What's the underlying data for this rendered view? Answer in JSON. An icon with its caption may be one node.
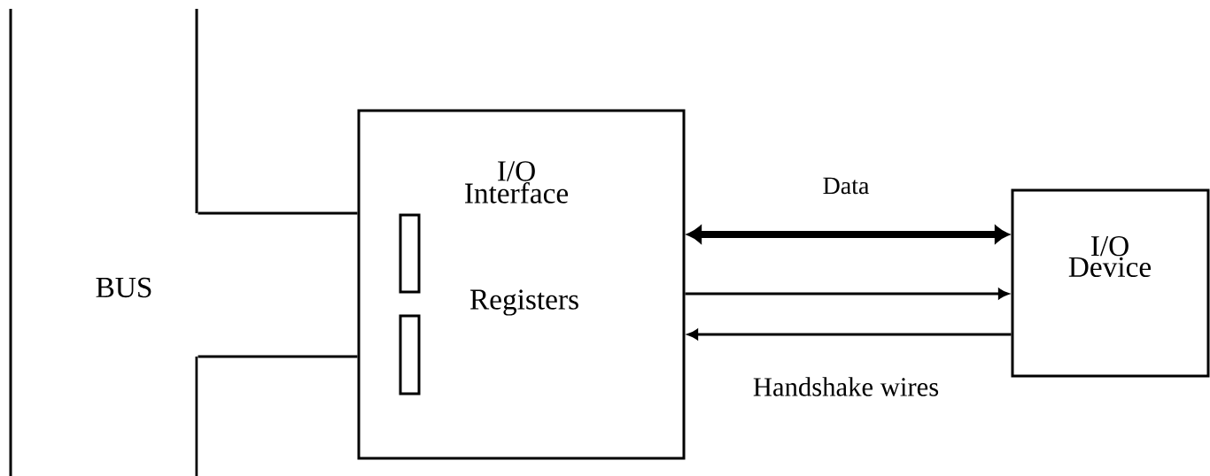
{
  "diagram": {
    "nodes": [
      {
        "text": [
          "BUS"
        ]
      },
      {
        "text": [
          "I/O Interface",
          "Registers"
        ]
      },
      {
        "text": [],
        "shape": "box",
        "in": 1
      },
      {
        "text": [],
        "shape": "box",
        "in": 1
      },
      {
        "text": [
          "I/O Device"
        ]
      }
    ],
    "edges": [
      {
        "from": 0,
        "to": 1,
        "arrow": "none"
      },
      {
        "from": 0,
        "to": 1,
        "arrow": "none"
      },
      {
        "from": 1,
        "to": 4,
        "arrow": "both",
        "style": "thick",
        "label": "Data"
      },
      {
        "from": 1,
        "to": 4,
        "arrow": "to"
      },
      {
        "from": 4,
        "to": 1,
        "arrow": "to",
        "label": "Handshake wires"
      }
    ]
  }
}
